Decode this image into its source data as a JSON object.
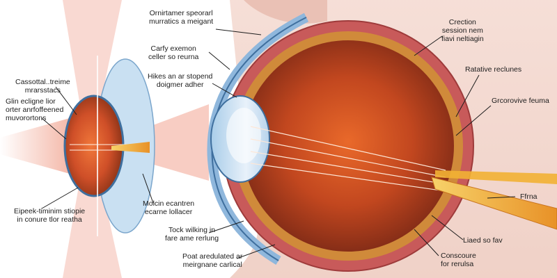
{
  "labels": {
    "top_center": "Ornirtamer speorarl\nmurratics a meigant",
    "upper_mid": "Carfy exemon\nceller so reurna",
    "mid": "Hikes an ar stopend\ndoigmer adher",
    "left_upper": "Cassottal..treime\nmrarsstacs",
    "left_mid": "Glin ecligne lior\norter anrfoffeened\nmuvorortons",
    "left_lower": "Eipeek-timinim stiopie\nin conure tlor reatha",
    "lower_center": "Molcin ecantren\necarne lollacer",
    "bottom_mid1": "Tock wilking in\nfare ame rerlung",
    "bottom_mid2": "Poat aredulated ar\nmeirgnane carlical",
    "top_right": "Crection\nsession nem\nfiavi neltiagin",
    "right_upper": "Ratative reclunes",
    "right_mid": "Grcorovive feuma",
    "right_fibre": "Ffrna",
    "right_lower1": "Liaed so fav",
    "right_lower2": "Conscoure\nfor rerulsa"
  },
  "colors": {
    "accent_orange": "#e0662a",
    "sclera_red": "#c94a4a",
    "cornea_blue": "#9fc6e6",
    "outline_blue": "#3f6f9e",
    "nerve_yellow": "#f2b134",
    "text": "#1d1d1d"
  }
}
